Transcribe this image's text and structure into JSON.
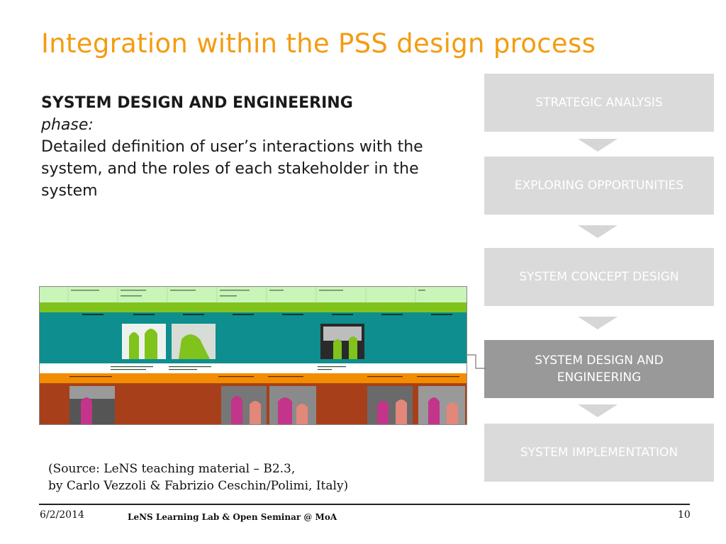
{
  "slide": {
    "title": "Integration within the PSS design process",
    "heading": "SYSTEM DESIGN AND ENGINEERING",
    "phase_label": "phase:",
    "description": "Detailed definition of user’s interactions with the system, and the roles of each stakeholder in the system",
    "source_line1": "(Source: LeNS teaching material – B2.3,",
    "source_line2": "by Carlo Vezzoli & Fabrizio Ceschin/Polimi, Italy)"
  },
  "process_steps": [
    {
      "label": "STRATEGIC ANALYSIS",
      "active": false
    },
    {
      "label": "EXPLORING OPPORTUNITIES",
      "active": false
    },
    {
      "label": "SYSTEM CONCEPT DESIGN",
      "active": false
    },
    {
      "label_line1": "SYSTEM DESIGN AND",
      "label_line2": "ENGINEERING",
      "active": true
    },
    {
      "label": "SYSTEM IMPLEMENTATION",
      "active": false
    }
  ],
  "footer": {
    "date": "6/2/2014",
    "center": "LeNS Learning Lab & Open Seminar @ MoA",
    "page": "10"
  },
  "colors": {
    "title": "#f39c12",
    "step_inactive": "#dadada",
    "step_active": "#999999",
    "blueprint_teal": "#0e8e8e",
    "blueprint_green": "#7fc31c",
    "blueprint_orange": "#f28c00",
    "blueprint_brown": "#a7401a",
    "blueprint_lightgreen": "#c9f5b8"
  }
}
